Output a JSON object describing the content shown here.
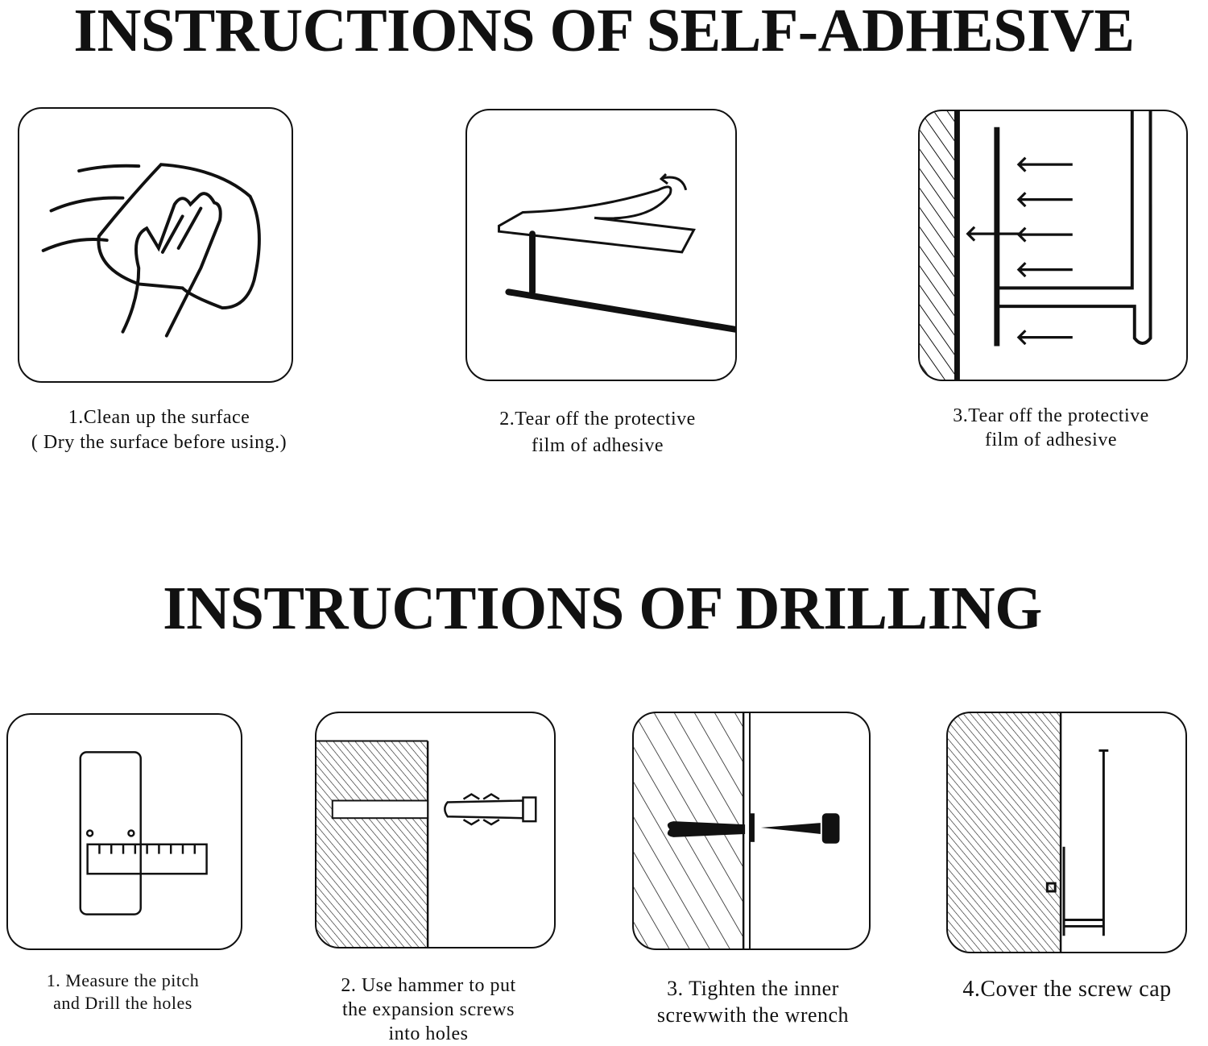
{
  "adhesive": {
    "title": "INSTRUCTIONS OF SELF-ADHESIVE",
    "steps": [
      {
        "line1": "1.Clean up the surface",
        "line2": "( Dry the surface before using.)",
        "icon": "hand-wiping-cloth-icon"
      },
      {
        "line1": "2.Tear off the protective",
        "line2": "film of adhesive",
        "icon": "peel-film-icon"
      },
      {
        "line1": "3.Tear off the protective",
        "line2": "film of adhesive",
        "icon": "press-to-wall-icon"
      }
    ]
  },
  "drilling": {
    "title": "INSTRUCTIONS OF DRILLING",
    "steps": [
      {
        "line1": "1. Measure the pitch",
        "line2": "and Drill the holes",
        "icon": "ruler-measure-icon"
      },
      {
        "line1": "2. Use hammer to put",
        "line2": "the expansion screws",
        "line3": "into holes",
        "icon": "expansion-anchor-icon"
      },
      {
        "line1": "3. Tighten the inner",
        "line2": "screwwith the wrench",
        "icon": "screw-tighten-icon"
      },
      {
        "line1": "4.Cover the screw cap",
        "icon": "screw-cap-icon"
      }
    ]
  }
}
